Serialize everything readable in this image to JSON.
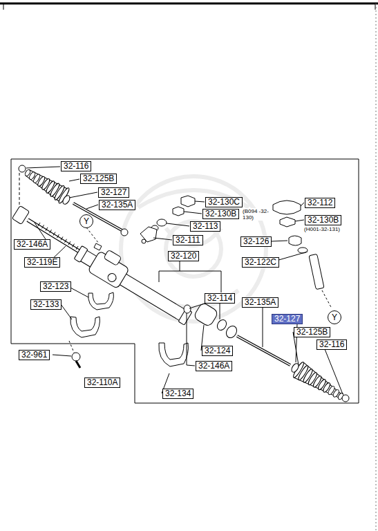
{
  "diagram": {
    "nodes": [
      {
        "text": [
          "32-116"
        ]
      },
      {
        "text": [
          "32-125B"
        ]
      },
      {
        "text": [
          "32-127"
        ]
      },
      {
        "text": [
          "32-135A"
        ]
      },
      {
        "text": [
          "32-130C"
        ]
      },
      {
        "text": [
          "32-112"
        ]
      },
      {
        "text": [
          "32-130B"
        ]
      },
      {
        "text": [
          "Y"
        ]
      },
      {
        "text": [
          "32-130B"
        ]
      },
      {
        "text": [
          "32-113"
        ]
      },
      {
        "text": [
          "32-111"
        ]
      },
      {
        "text": [
          "32-146A"
        ]
      },
      {
        "text": [
          "32-126"
        ]
      },
      {
        "text": [
          "32-120"
        ]
      },
      {
        "text": [
          "32-119E"
        ]
      },
      {
        "text": [
          "32-122C"
        ]
      },
      {
        "text": [
          "32-123"
        ]
      },
      {
        "text": [
          "32-114"
        ]
      },
      {
        "text": [
          "32-135A"
        ]
      },
      {
        "text": [
          "32-133"
        ]
      },
      {
        "text": [
          "Y"
        ]
      },
      {
        "text": [
          "32-127"
        ]
      },
      {
        "text": [
          "32-125B"
        ]
      },
      {
        "text": [
          "32-116"
        ]
      },
      {
        "text": [
          "32-124"
        ]
      },
      {
        "text": [
          "32-961"
        ]
      },
      {
        "text": [
          "32-146A"
        ]
      },
      {
        "text": [
          "32-110A"
        ]
      },
      {
        "text": [
          "32-134"
        ]
      }
    ],
    "labels": [
      "(B094 -32-130)",
      "(H001-32-131)"
    ]
  }
}
